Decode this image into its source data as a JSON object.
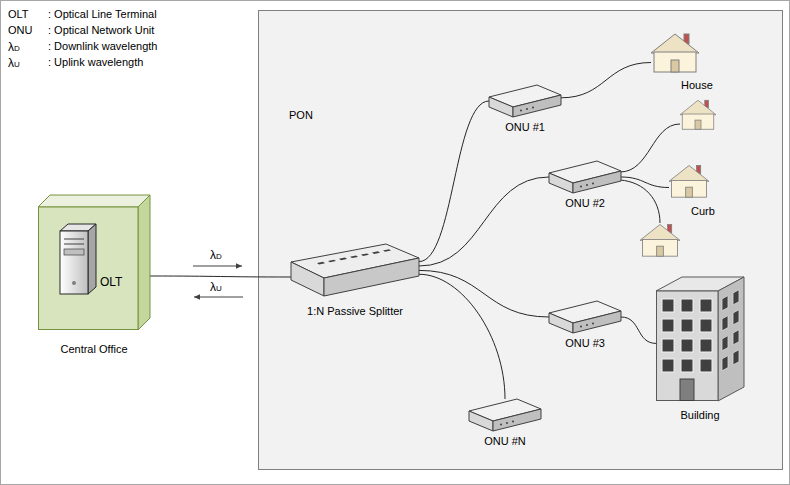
{
  "diagram": {
    "nodes": [
      {
        "text": [
          "OLT",
          "Central Office"
        ]
      },
      {
        "text": [
          "PON"
        ]
      },
      {
        "text": [
          "1:N Passive Splitter"
        ],
        "in": 1
      },
      {
        "text": [
          "ONU #1"
        ],
        "in": 1
      },
      {
        "text": [
          "House"
        ],
        "in": 1
      },
      {
        "text": [
          "ONU #2"
        ],
        "in": 1
      },
      {
        "text": [
          "Curb"
        ],
        "in": 1
      },
      {
        "text": [
          "ONU #3"
        ],
        "in": 1
      },
      {
        "text": [
          "Building"
        ],
        "in": 1
      },
      {
        "text": [
          "ONU #N"
        ],
        "in": 1
      }
    ],
    "edges": [
      {
        "from": 0,
        "to": 2,
        "arrow": "none"
      },
      {
        "from": 2,
        "to": 3,
        "arrow": "none"
      },
      {
        "from": 2,
        "to": 5,
        "arrow": "none"
      },
      {
        "from": 2,
        "to": 7,
        "arrow": "none"
      },
      {
        "from": 2,
        "to": 9,
        "arrow": "none"
      },
      {
        "from": 3,
        "to": 4,
        "arrow": "none"
      },
      {
        "from": 5,
        "to": 6,
        "arrow": "none"
      },
      {
        "from": 7,
        "to": 8,
        "arrow": "none"
      }
    ],
    "labels": [
      "OLT",
      ": Optical Line Terminal",
      "ONU",
      ": Optical Network Unit",
      "λD",
      ": Downlink wavelength",
      "λU",
      ": Uplink wavelength",
      "λD",
      "λU"
    ]
  }
}
